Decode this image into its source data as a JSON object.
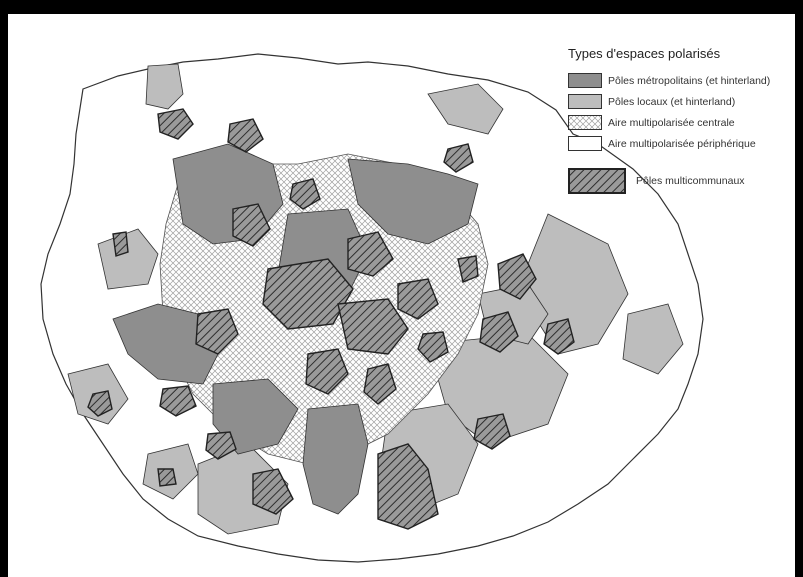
{
  "legend": {
    "title": "Types d'espaces polarisés",
    "items": [
      {
        "label": "Pôles métropolitains (et hinterland)",
        "pattern": "metro",
        "color": "#8e8e8e"
      },
      {
        "label": "Pôles locaux (et hinterland)",
        "pattern": "local",
        "color": "#bdbdbd"
      },
      {
        "label": "Aire multipolarisée centrale",
        "pattern": "central",
        "color": "#ffffff"
      },
      {
        "label": "Aire multipolarisée périphérique",
        "pattern": "peripheral",
        "color": "#ffffff"
      }
    ],
    "multi": {
      "label": "Pôles multicommunaux",
      "pattern": "hatch"
    }
  },
  "colors": {
    "metropolitan": "#8e8e8e",
    "local": "#bdbdbd",
    "central_dots": "#9a9a9a",
    "peripheral": "#ffffff",
    "hatch": "#444444",
    "outline": "#333333"
  }
}
